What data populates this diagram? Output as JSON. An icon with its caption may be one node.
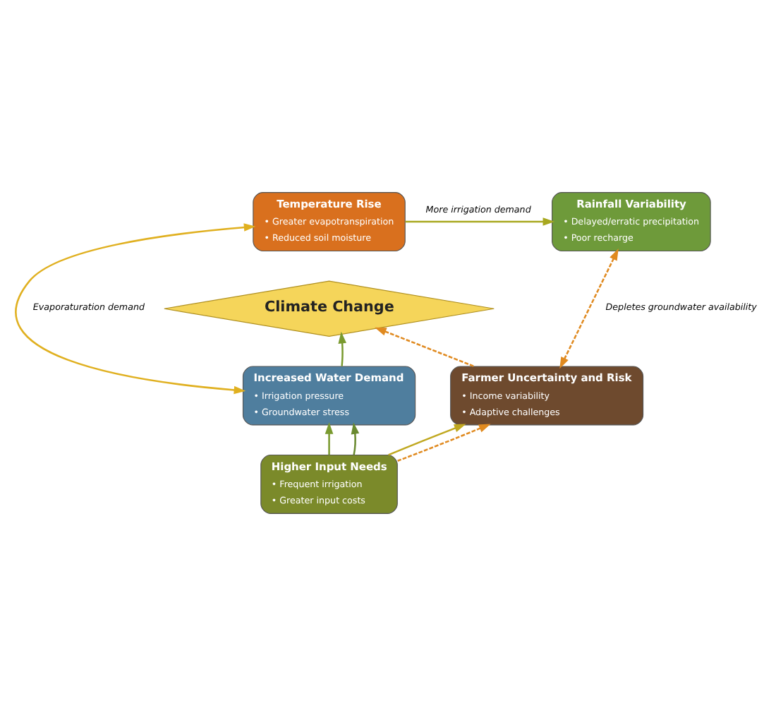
{
  "diagram": {
    "nodes": [
      {
        "text": [
          "Temperature Rise",
          "• Greater evapotranspiration",
          "• Reduced soil moisture"
        ]
      },
      {
        "text": [
          "Rainfall Variability",
          "• Delayed/erratic precipitation",
          "• Poor recharge"
        ]
      },
      {
        "text": [
          "Climate Change"
        ]
      },
      {
        "text": [
          "Increased Water Demand",
          "• Irrigation pressure",
          "• Groundwater stress"
        ]
      },
      {
        "text": [
          "Farmer Uncertainty and Risk",
          "• Income variability",
          "• Adaptive challenges"
        ]
      },
      {
        "text": [
          "Higher Input Needs",
          "• Frequent irrigation",
          "• Greater input costs"
        ]
      }
    ],
    "edges": [
      {
        "from": 0,
        "to": 1,
        "arrow": "to",
        "label": "More irrigation demand",
        "color": "#a8a820"
      },
      {
        "from": 3,
        "to": 0,
        "arrow": "both",
        "label": "Evaporaturation demand",
        "color": "#e0b020"
      },
      {
        "from": 1,
        "to": 4,
        "arrow": "both",
        "label": "Depletes groundwater availability",
        "style": "dashed",
        "color": "#e08a20"
      },
      {
        "from": 3,
        "to": 2,
        "arrow": "to",
        "color": "#7a9a30"
      },
      {
        "from": 4,
        "to": 2,
        "arrow": "to",
        "style": "dashed",
        "color": "#e08a20"
      },
      {
        "from": 5,
        "to": 3,
        "arrow": "to",
        "color": "#7a9a30"
      },
      {
        "from": 5,
        "to": 3,
        "arrow": "to",
        "color": "#6a8a30"
      },
      {
        "from": 5,
        "to": 4,
        "arrow": "to",
        "color": "#c0a820"
      },
      {
        "from": 5,
        "to": 4,
        "arrow": "to",
        "style": "dashed",
        "color": "#e08a20"
      }
    ]
  }
}
